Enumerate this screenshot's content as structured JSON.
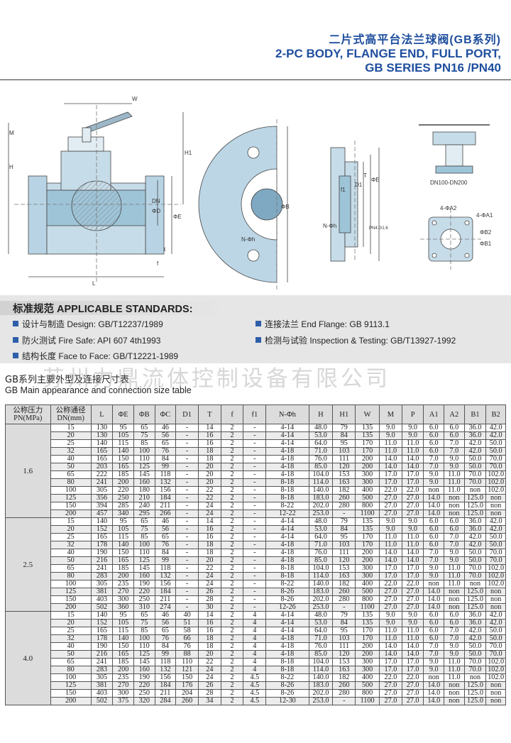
{
  "header": {
    "title_cn": "二片式高平台法兰球阀(GB系列)",
    "title_en_1": "2-PC BODY, FLANGE END, FULL PORT,",
    "title_en_2": "GB SERIES PN16 /PN40"
  },
  "drawings": {
    "labels": {
      "w": "W",
      "m": "M",
      "h": "H",
      "h1": "H1",
      "dn": "DN",
      "phi_d": "ΦD",
      "phi_e": "ΦE",
      "l": "L",
      "t": "t",
      "f": "f",
      "phi_b": "ΦB",
      "n_phi_h": "N-Φh",
      "f1": "f1",
      "d1": "D1",
      "t_cap": "T",
      "pn": "PN4.0/1.6",
      "dn_range": "DN100-DN200",
      "a2": "4-ΦA2",
      "a1": "4-ΦA1",
      "b2": "ΦB2",
      "b1": "ΦB1"
    }
  },
  "standards": {
    "heading": "标准规范 APPLICABLE STANDARDS:",
    "items": [
      "设计与制造 Design: GB/T12237/1989",
      "防火测试 Fire Safe: API 607 4th1993",
      "结构长度 Face to Face: GB/T12221-1989",
      "连接法兰 End Flange: GB 9113.1",
      "检测与试验 Inspection & Testing: GB/T13927-1992"
    ]
  },
  "table_title": {
    "cn": "GB系列主要外型及连接尺寸表",
    "en": "GB Main appearance and connection size table"
  },
  "watermark": "苏州力鼎流体控制设备有限公司",
  "table": {
    "pn_header": [
      "公称压力",
      "PN(MPa)"
    ],
    "dn_header": [
      "公称通径",
      "DN(mm)"
    ],
    "columns": [
      "L",
      "ΦE",
      "ΦB",
      "ΦC",
      "D1",
      "T",
      "f",
      "f1",
      "N-Φh",
      "H",
      "H1",
      "W",
      "M",
      "P",
      "A1",
      "A2",
      "B1",
      "B2"
    ],
    "groups": [
      {
        "pn": "1.6",
        "rows": [
          [
            "15",
            "130",
            "95",
            "65",
            "46",
            "-",
            "14",
            "2",
            "-",
            "4-14",
            "48.0",
            "79",
            "135",
            "9.0",
            "9.0",
            "6.0",
            "6.0",
            "36.0",
            "42.0"
          ],
          [
            "20",
            "130",
            "105",
            "75",
            "56",
            "-",
            "16",
            "2",
            "-",
            "4-14",
            "53.0",
            "84",
            "135",
            "9.0",
            "9.0",
            "6.0",
            "6.0",
            "36.0",
            "42.0"
          ],
          [
            "25",
            "140",
            "115",
            "85",
            "65",
            "-",
            "16",
            "2",
            "-",
            "4-14",
            "64.0",
            "95",
            "170",
            "11.0",
            "11.0",
            "6.0",
            "7.0",
            "42.0",
            "50.0"
          ],
          [
            "32",
            "165",
            "140",
            "100",
            "76",
            "-",
            "18",
            "2",
            "-",
            "4-18",
            "71.0",
            "103",
            "170",
            "11.0",
            "11.0",
            "6.0",
            "7.0",
            "42.0",
            "50.0"
          ],
          [
            "40",
            "165",
            "150",
            "110",
            "84",
            "-",
            "18",
            "2",
            "-",
            "4-18",
            "76.0",
            "111",
            "200",
            "14.0",
            "14.0",
            "7.0",
            "9.0",
            "50.0",
            "70.0"
          ],
          [
            "50",
            "203",
            "165",
            "125",
            "99",
            "-",
            "20",
            "2",
            "-",
            "4-18",
            "85.0",
            "120",
            "200",
            "14.0",
            "14.0",
            "7.0",
            "9.0",
            "50.0",
            "70.0"
          ],
          [
            "65",
            "222",
            "185",
            "145",
            "118",
            "-",
            "20",
            "2",
            "-",
            "4-18",
            "104.0",
            "153",
            "300",
            "17.0",
            "17.0",
            "9.0",
            "11.0",
            "70.0",
            "102.0"
          ],
          [
            "80",
            "241",
            "200",
            "160",
            "132",
            "-",
            "20",
            "2",
            "-",
            "8-18",
            "114.0",
            "163",
            "300",
            "17.0",
            "17.0",
            "9.0",
            "11.0",
            "70.0",
            "102.0"
          ],
          [
            "100",
            "305",
            "220",
            "180",
            "156",
            "-",
            "22",
            "2",
            "-",
            "8-18",
            "140.0",
            "182",
            "400",
            "22.0",
            "22.0",
            "non",
            "11.0",
            "non",
            "102.0"
          ],
          [
            "125",
            "356",
            "250",
            "210",
            "184",
            "-",
            "22",
            "2",
            "-",
            "8-18",
            "183.0",
            "260",
            "500",
            "27.0",
            "27.0",
            "14.0",
            "non",
            "125.0",
            "non"
          ],
          [
            "150",
            "394",
            "285",
            "240",
            "211",
            "-",
            "24",
            "2",
            "-",
            "8-22",
            "202.0",
            "280",
            "800",
            "27.0",
            "27.0",
            "14.0",
            "non",
            "125.0",
            "non"
          ],
          [
            "200",
            "457",
            "340",
            "295",
            "266",
            "-",
            "24",
            "2",
            "-",
            "12-22",
            "253.0",
            "-",
            "1100",
            "27.0",
            "27.0",
            "14.0",
            "non",
            "125.0",
            "non"
          ]
        ]
      },
      {
        "pn": "2.5",
        "rows": [
          [
            "15",
            "140",
            "95",
            "65",
            "46",
            "-",
            "14",
            "2",
            "-",
            "4-14",
            "48.0",
            "79",
            "135",
            "9.0",
            "9.0",
            "6.0",
            "6.0",
            "36.0",
            "42.0"
          ],
          [
            "20",
            "152",
            "105",
            "75",
            "56",
            "-",
            "16",
            "2",
            "-",
            "4-14",
            "53.0",
            "84",
            "135",
            "9.0",
            "9.0",
            "6.0",
            "6.0",
            "36.0",
            "42.0"
          ],
          [
            "25",
            "165",
            "115",
            "85",
            "65",
            "-",
            "16",
            "2",
            "-",
            "4-14",
            "64.0",
            "95",
            "170",
            "11.0",
            "11.0",
            "6.0",
            "7.0",
            "42.0",
            "50.0"
          ],
          [
            "32",
            "178",
            "140",
            "100",
            "76",
            "-",
            "18",
            "2",
            "-",
            "4-18",
            "71.0",
            "103",
            "170",
            "11.0",
            "11.0",
            "6.0",
            "7.0",
            "42.0",
            "50.0"
          ],
          [
            "40",
            "190",
            "150",
            "110",
            "84",
            "-",
            "18",
            "2",
            "-",
            "4-18",
            "76.0",
            "111",
            "200",
            "14.0",
            "14.0",
            "7.0",
            "9.0",
            "50.0",
            "70.0"
          ],
          [
            "50",
            "216",
            "165",
            "125",
            "99",
            "-",
            "20",
            "2",
            "-",
            "4-18",
            "85.0",
            "120",
            "200",
            "14.0",
            "14.0",
            "7.0",
            "9.0",
            "50.0",
            "70.0"
          ],
          [
            "65",
            "241",
            "185",
            "145",
            "118",
            "-",
            "22",
            "2",
            "-",
            "8-18",
            "104.0",
            "153",
            "300",
            "17.0",
            "17.0",
            "9.0",
            "11.0",
            "70.0",
            "102.0"
          ],
          [
            "80",
            "283",
            "200",
            "160",
            "132",
            "-",
            "24",
            "2",
            "-",
            "8-18",
            "114.0",
            "163",
            "300",
            "17.0",
            "17.0",
            "9.0",
            "11.0",
            "70.0",
            "102.0"
          ],
          [
            "100",
            "305",
            "235",
            "190",
            "156",
            "-",
            "24",
            "2",
            "-",
            "8-22",
            "140.0",
            "182",
            "400",
            "22.0",
            "22.0",
            "non",
            "11.0",
            "non",
            "102.0"
          ],
          [
            "125",
            "381",
            "270",
            "220",
            "184",
            "-",
            "26",
            "2",
            "-",
            "8-26",
            "183.0",
            "260",
            "500",
            "27.0",
            "27.0",
            "14.0",
            "non",
            "125.0",
            "non"
          ],
          [
            "150",
            "403",
            "300",
            "250",
            "211",
            "-",
            "28",
            "2",
            "-",
            "8-26",
            "202.0",
            "280",
            "800",
            "27.0",
            "27.0",
            "14.0",
            "non",
            "125.0",
            "non"
          ],
          [
            "200",
            "502",
            "360",
            "310",
            "274",
            "-",
            "30",
            "2",
            "-",
            "12-26",
            "253.0",
            "-",
            "1100",
            "27.0",
            "27.0",
            "14.0",
            "non",
            "125.0",
            "non"
          ]
        ]
      },
      {
        "pn": "4.0",
        "rows": [
          [
            "15",
            "140",
            "95",
            "65",
            "46",
            "40",
            "14",
            "2",
            "4",
            "4-14",
            "48.0",
            "79",
            "135",
            "9.0",
            "9.0",
            "6.0",
            "6.0",
            "36.0",
            "42.0"
          ],
          [
            "20",
            "152",
            "105",
            "75",
            "56",
            "51",
            "16",
            "2",
            "4",
            "4-14",
            "53.0",
            "84",
            "135",
            "9.0",
            "9.0",
            "6.0",
            "6.0",
            "36.0",
            "42.0"
          ],
          [
            "25",
            "165",
            "115",
            "85",
            "65",
            "58",
            "16",
            "2",
            "4",
            "4-14",
            "64.0",
            "95",
            "170",
            "11.0",
            "11.0",
            "6.0",
            "7.0",
            "42.0",
            "50.0"
          ],
          [
            "32",
            "178",
            "140",
            "100",
            "76",
            "66",
            "18",
            "2",
            "4",
            "4-18",
            "71.0",
            "103",
            "170",
            "11.0",
            "11.0",
            "6.0",
            "7.0",
            "42.0",
            "50.0"
          ],
          [
            "40",
            "190",
            "150",
            "110",
            "84",
            "76",
            "18",
            "2",
            "4",
            "4-18",
            "76.0",
            "111",
            "200",
            "14.0",
            "14.0",
            "7.0",
            "9.0",
            "50.0",
            "70.0"
          ],
          [
            "50",
            "216",
            "165",
            "125",
            "99",
            "88",
            "20",
            "2",
            "4",
            "4-18",
            "85.0",
            "120",
            "200",
            "14.0",
            "14.0",
            "7.0",
            "9.0",
            "50.0",
            "70.0"
          ],
          [
            "65",
            "241",
            "185",
            "145",
            "118",
            "110",
            "22",
            "2",
            "4",
            "8-18",
            "104.0",
            "153",
            "300",
            "17.0",
            "17.0",
            "9.0",
            "11.0",
            "70.0",
            "102.0"
          ],
          [
            "80",
            "283",
            "200",
            "160",
            "132",
            "121",
            "24",
            "2",
            "4",
            "8-18",
            "114.0",
            "163",
            "300",
            "17.0",
            "17.0",
            "9.0",
            "11.0",
            "70.0",
            "102.0"
          ],
          [
            "100",
            "305",
            "235",
            "190",
            "156",
            "150",
            "24",
            "2",
            "4.5",
            "8-22",
            "140.0",
            "182",
            "400",
            "22.0",
            "22.0",
            "non",
            "11.0",
            "non",
            "102.0"
          ],
          [
            "125",
            "381",
            "270",
            "220",
            "184",
            "176",
            "26",
            "2",
            "4.5",
            "8-26",
            "183.0",
            "260",
            "500",
            "27.0",
            "27.0",
            "14.0",
            "non",
            "125.0",
            "non"
          ],
          [
            "150",
            "403",
            "300",
            "250",
            "211",
            "204",
            "28",
            "2",
            "4.5",
            "8-26",
            "202.0",
            "280",
            "800",
            "27.0",
            "27.0",
            "14.0",
            "non",
            "125.0",
            "non"
          ],
          [
            "200",
            "502",
            "375",
            "320",
            "284",
            "260",
            "34",
            "2",
            "4.5",
            "12-30",
            "253.0",
            "-",
            "1100",
            "27.0",
            "27.0",
            "14.0",
            "non",
            "125.0",
            "non"
          ]
        ]
      }
    ]
  }
}
